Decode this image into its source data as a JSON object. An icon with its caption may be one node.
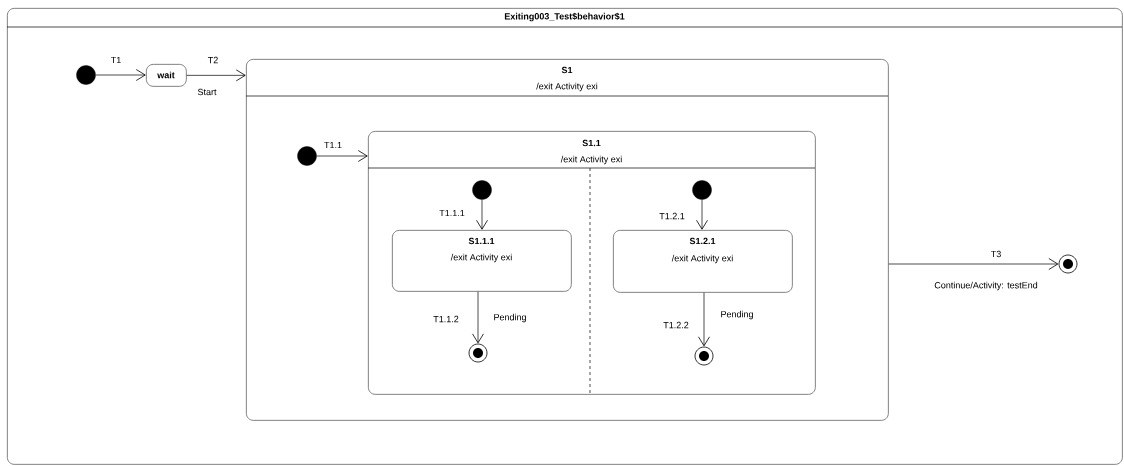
{
  "diagram": {
    "nodes": [
      {
        "text": [
          "Exiting003_Test$behavior$1"
        ]
      },
      {
        "text": [],
        "shape": "circle",
        "in": 0
      },
      {
        "text": [
          "wait"
        ],
        "in": 0
      },
      {
        "text": [
          "S1",
          "/exit Activity exi"
        ],
        "in": 0
      },
      {
        "text": [],
        "shape": "circle",
        "in": 3
      },
      {
        "text": [
          "S1.1",
          "/exit Activity exi"
        ],
        "in": 3
      },
      {
        "text": [],
        "shape": "circle",
        "in": 5
      },
      {
        "text": [
          "S1.1.1",
          "/exit Activity exi"
        ],
        "in": 5
      },
      {
        "text": [],
        "shape": "bullseye",
        "in": 5
      },
      {
        "text": [],
        "shape": "circle",
        "in": 5
      },
      {
        "text": [
          "S1.2.1",
          "/exit Activity exi"
        ],
        "in": 5
      },
      {
        "text": [],
        "shape": "bullseye",
        "in": 5
      },
      {
        "text": [],
        "shape": "bullseye",
        "in": 0
      }
    ],
    "edges": [
      {
        "from": 1,
        "to": 2,
        "arrow": "to",
        "label": "T1"
      },
      {
        "from": 2,
        "to": 3,
        "arrow": "to",
        "label": "T2"
      },
      {
        "from": 4,
        "to": 5,
        "arrow": "to",
        "label": "T1.1"
      },
      {
        "from": 6,
        "to": 7,
        "arrow": "to",
        "label": "T1.1.1"
      },
      {
        "from": 7,
        "to": 8,
        "arrow": "to",
        "label": "T1.1.2"
      },
      {
        "from": 9,
        "to": 10,
        "arrow": "to",
        "label": "T1.2.1"
      },
      {
        "from": 10,
        "to": 11,
        "arrow": "to",
        "label": "T1.2.2"
      },
      {
        "from": 3,
        "to": 12,
        "arrow": "to",
        "label": "T3"
      }
    ],
    "labels": [
      "Start",
      "Pending",
      "Pending",
      "Continue/Activity: testEnd"
    ]
  }
}
